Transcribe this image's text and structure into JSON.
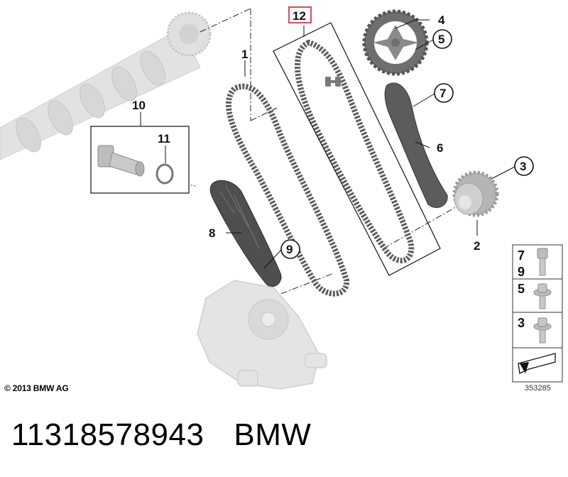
{
  "diagram": {
    "callouts": [
      "1",
      "2",
      "3",
      "4",
      "5",
      "6",
      "7",
      "8",
      "9",
      "10",
      "11",
      "12"
    ],
    "legend": [
      {
        "line1": "7",
        "line2": "9",
        "icon": "bolt-long-icon"
      },
      {
        "line1": "5",
        "icon": "bolt-flange-icon"
      },
      {
        "line1": "3",
        "icon": "bolt-icon"
      }
    ],
    "copyright": "© 2013 BMW AG",
    "drawing_number": "353285",
    "highlight_color": "#d9364a"
  },
  "caption": {
    "part_number": "11318578943",
    "brand": "BMW"
  }
}
